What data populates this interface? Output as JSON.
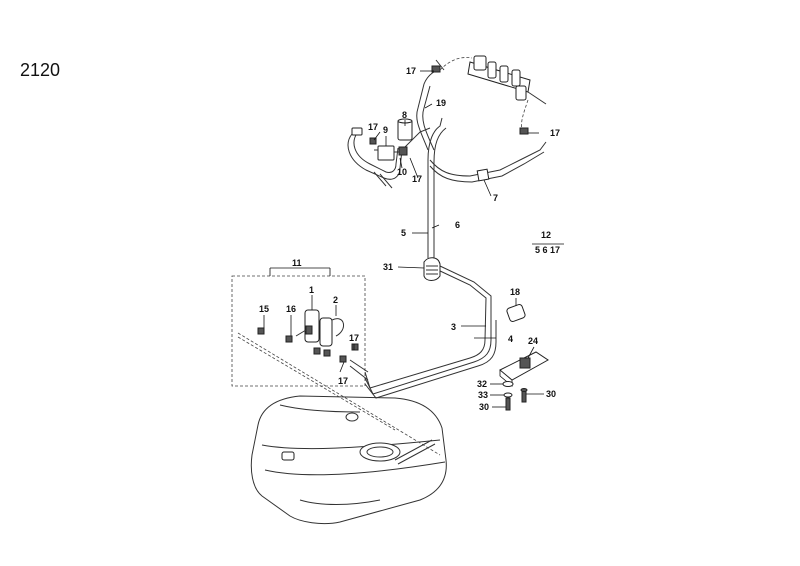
{
  "diagram_number": "2120",
  "callouts": {
    "c1": "1",
    "c2": "2",
    "c3": "3",
    "c4": "4",
    "c5": "5",
    "c6": "6",
    "c7": "7",
    "c8": "8",
    "c9": "9",
    "c10": "10",
    "c11": "11",
    "c12": "12",
    "c15": "15",
    "c16": "16",
    "c17a": "17",
    "c17b": "17",
    "c17c": "17",
    "c17d": "17",
    "c17e": "17",
    "c17f": "17",
    "c18": "18",
    "c19": "19",
    "c24": "24",
    "c30a": "30",
    "c30b": "30",
    "c31": "31",
    "c32": "32",
    "c33": "33"
  },
  "group_12": {
    "label": "12",
    "members": "5 6 17"
  }
}
